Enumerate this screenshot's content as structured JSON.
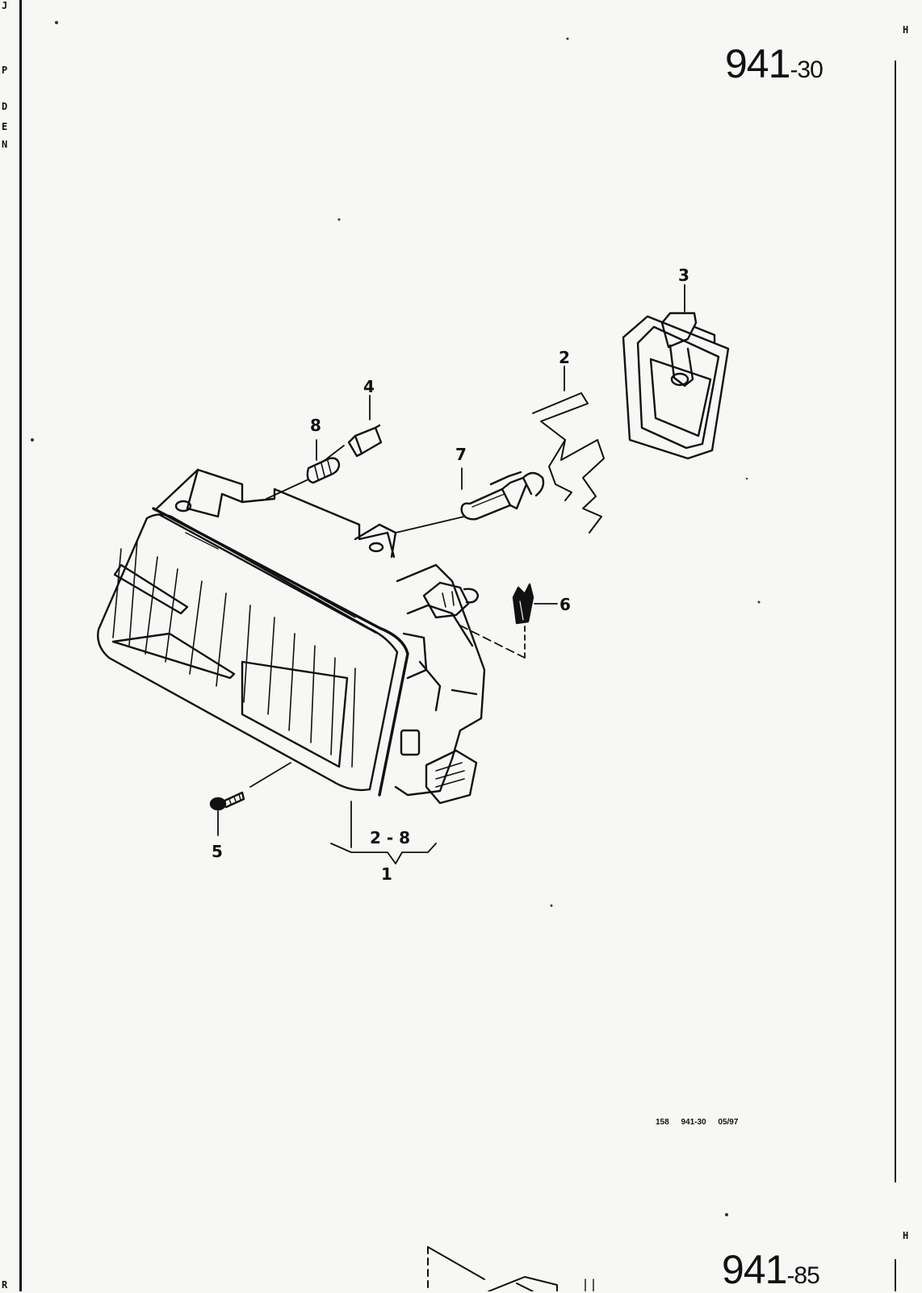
{
  "header": {
    "diagram_number": "941",
    "diagram_suffix": "-30"
  },
  "footer": {
    "next_diagram_number": "941",
    "next_diagram_suffix": "-85"
  },
  "reference_code": "158 941-30 05/97",
  "margin_left_letters": [
    "J",
    "P",
    "D",
    "E",
    "N",
    "R"
  ],
  "margin_right_letters": [
    "H",
    "H"
  ],
  "callouts": {
    "c1": "1",
    "c2": "2",
    "c3": "3",
    "c4": "4",
    "c5": "5",
    "c6": "6",
    "c7": "7",
    "c8": "8",
    "range": "2 - 8"
  }
}
